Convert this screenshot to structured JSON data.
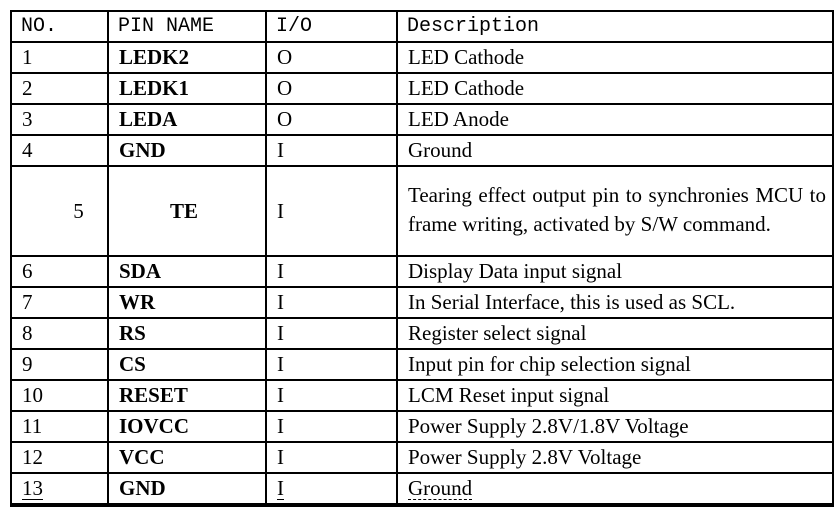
{
  "colors": {
    "background": "#ffffff",
    "border": "#000000",
    "text": "#000000"
  },
  "table": {
    "headers": [
      "NO.",
      "PIN NAME",
      "I/O",
      "Description"
    ],
    "rows": [
      {
        "no": "1",
        "pin": "LEDK2",
        "io": "O",
        "desc": "LED Cathode"
      },
      {
        "no": "2",
        "pin": "LEDK1",
        "io": "O",
        "desc": "LED Cathode"
      },
      {
        "no": "3",
        "pin": "LEDA",
        "io": "O",
        "desc": "LED Anode"
      },
      {
        "no": "4",
        "pin": "GND",
        "io": "I",
        "desc": "Ground"
      },
      {
        "no": "5",
        "pin": "TE",
        "io": "I",
        "desc": "Tearing effect output pin to synchronies MCU to frame writing, activated by S/W command.",
        "tall": true
      },
      {
        "no": "6",
        "pin": "SDA",
        "io": "I",
        "desc": "Display Data input signal"
      },
      {
        "no": "7",
        "pin": "WR",
        "io": "I",
        "desc": "In Serial Interface, this is used as SCL.",
        "desc_sans": true
      },
      {
        "no": "8",
        "pin": "RS",
        "io": "I",
        "desc": "Register select signal"
      },
      {
        "no": "9",
        "pin": "CS",
        "io": "I",
        "desc": "Input pin for chip selection signal"
      },
      {
        "no": "10",
        "pin": "RESET",
        "io": "I",
        "desc": "LCM Reset input signal"
      },
      {
        "no": "11",
        "pin": "IOVCC",
        "io": "I",
        "desc": "Power Supply 2.8V/1.8V Voltage"
      },
      {
        "no": "12",
        "pin": "VCC",
        "io": "I",
        "desc": "Power Supply 2.8V Voltage"
      },
      {
        "no": "13",
        "pin": "GND",
        "io": "I",
        "desc": "Ground",
        "u_no": true,
        "u_io": true,
        "u_desc": true
      }
    ]
  }
}
